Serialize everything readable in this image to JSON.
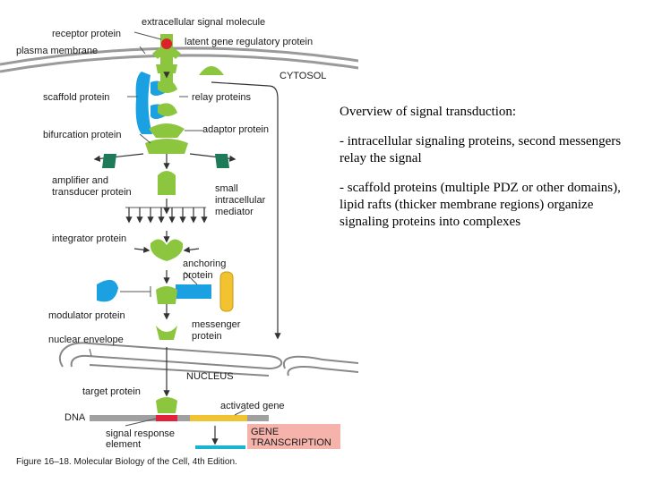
{
  "diagram": {
    "labels": {
      "receptor": "receptor protein",
      "extracellular": "extracellular signal molecule",
      "plasma": "plasma membrane",
      "latent": "latent gene regulatory protein",
      "cytosol": "CYTOSOL",
      "scaffold": "scaffold protein",
      "relay": "relay proteins",
      "adaptor": "adaptor protein",
      "bifurcation": "bifurcation protein",
      "amplifier1": "amplifier and",
      "amplifier2": "transducer protein",
      "small1": "small",
      "small2": "intracellular",
      "small3": "mediator",
      "integrator": "integrator protein",
      "anchoring1": "anchoring",
      "anchoring2": "protein",
      "modulator": "modulator protein",
      "messenger1": "messenger",
      "messenger2": "protein",
      "nuclear_env": "nuclear envelope",
      "nucleus": "NUCLEUS",
      "target": "target protein",
      "activated": "activated gene",
      "dna": "DNA",
      "signal_resp1": "signal response",
      "signal_resp2": "element",
      "gene_tx1": "GENE",
      "gene_tx2": "TRANSCRIPTION"
    },
    "caption": "Figure 16–18. Molecular Biology of the Cell, 4th Edition.",
    "colors": {
      "protein_green": "#8cc63f",
      "scaffold_blue": "#1ba1e2",
      "signal_red": "#d9222a",
      "mediator_cyan": "#19b3d6",
      "membrane_gray": "#9a9a9a",
      "dna_gray": "#a0a0a0",
      "dna_yellow": "#f2c330",
      "dna_red": "#e3213b",
      "transcription_pink": "#f5b3ab"
    }
  },
  "text_panel": {
    "heading": "Overview of signal transduction:",
    "point1": "- intracellular signaling proteins, second messengers relay the signal",
    "point2": "- scaffold proteins (multiple PDZ or other domains), lipid rafts (thicker membrane regions) organize signaling proteins into complexes"
  }
}
